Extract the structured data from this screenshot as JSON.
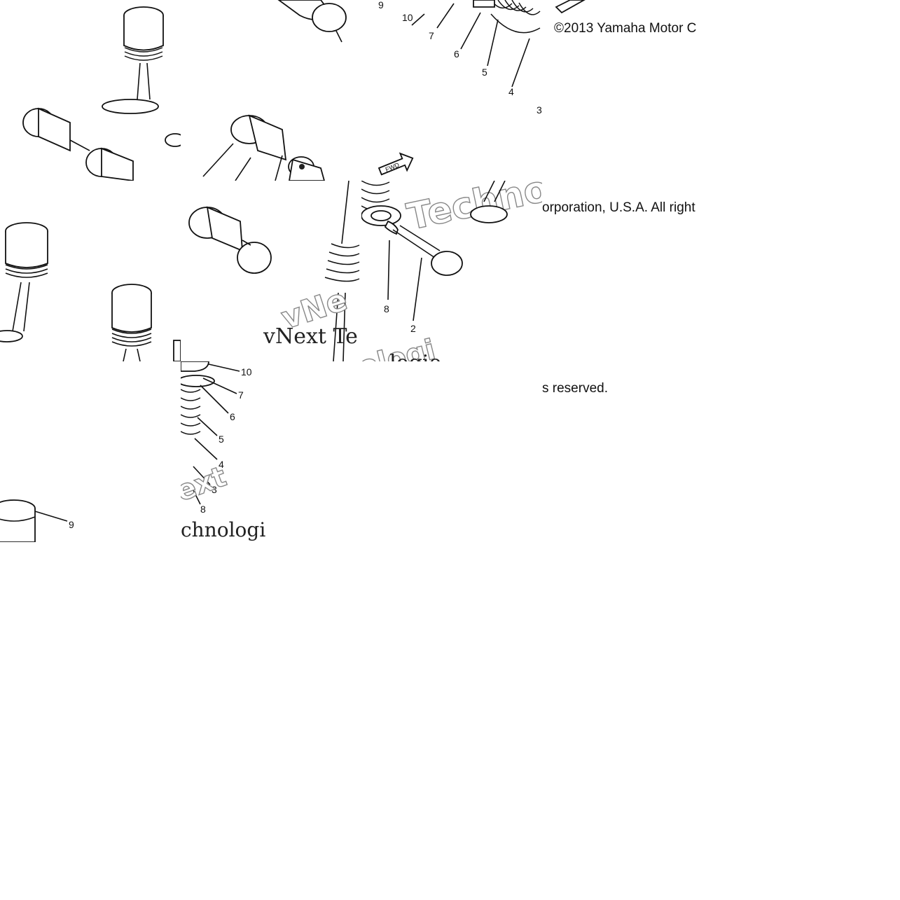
{
  "copyright": {
    "segment_1": "©2013 Yamaha Motor C",
    "segment_2": "orporation, U.S.A. All right",
    "segment_3": "s reserved."
  },
  "callouts": {
    "top": [
      "9",
      "10",
      "7",
      "6",
      "5",
      "4",
      "3"
    ],
    "center": [
      "8",
      "2"
    ],
    "lower": [
      "10",
      "7",
      "6",
      "5",
      "4",
      "3",
      "8"
    ],
    "bottom_left": [
      "9"
    ]
  },
  "watermarks": {
    "brand_a": "Techno",
    "brand_b": "vNext Te",
    "brand_c": "logie",
    "brand_d": "ext",
    "brand_e": "chnologi",
    "brand_f": "vNe",
    "brand_g": "ologi"
  },
  "fwd_marker": "FWD"
}
